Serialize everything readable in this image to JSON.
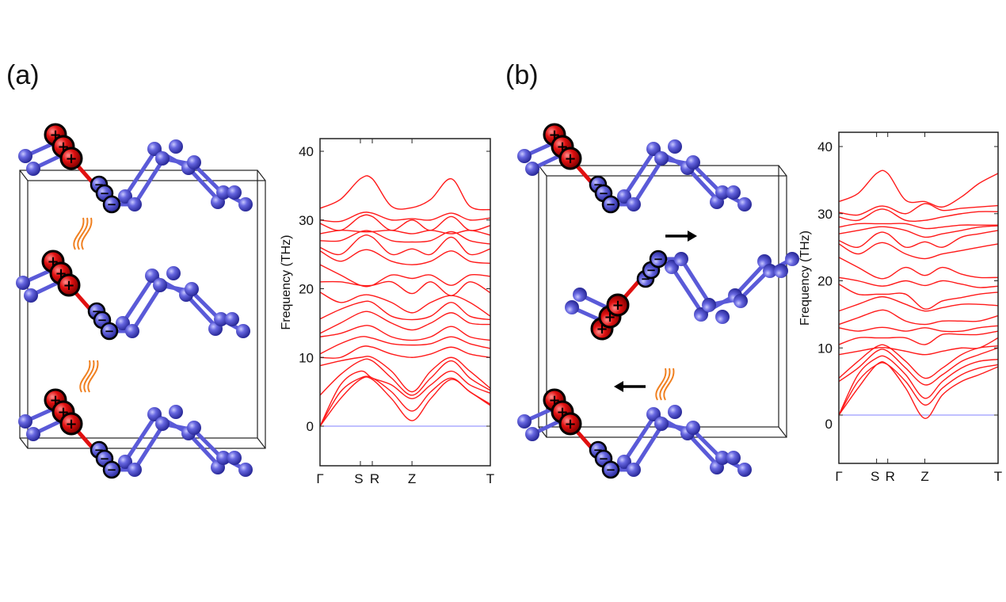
{
  "figure": {
    "panel_a_label": "(a)",
    "panel_b_label": "(b)",
    "atom_plus_symbol": "+",
    "atom_minus_symbol": "−",
    "colors": {
      "band": "#ff1a1a",
      "zero_line": "#8080ff",
      "atom_blue": "#5a5ad8",
      "atom_red": "#e01010",
      "heat": "#f08020"
    }
  },
  "chart_data": [
    {
      "type": "line",
      "panel": "(a)",
      "title": "",
      "xlabel": "",
      "ylabel": "Frequency (THz)",
      "ylim": [
        -6,
        42
      ],
      "yticks": [
        0,
        10,
        20,
        30,
        40
      ],
      "xticks": [
        {
          "label": "Γ",
          "k": 0
        },
        {
          "label": "S",
          "k": 0.237
        },
        {
          "label": "R",
          "k": 0.307
        },
        {
          "label": "Z",
          "k": 0.54
        },
        {
          "label": "T",
          "k": 1.0
        }
      ],
      "k": [
        0,
        0.12,
        0.237,
        0.307,
        0.42,
        0.54,
        0.65,
        0.77,
        0.88,
        1.0
      ],
      "bands": [
        [
          0,
          4,
          6.8,
          6.8,
          4,
          0.8,
          4,
          6.8,
          5,
          3
        ],
        [
          0,
          5,
          7,
          7,
          5,
          2.2,
          5,
          7,
          5,
          3.2
        ],
        [
          0,
          6,
          8,
          7,
          6,
          4,
          6,
          8,
          6,
          4.8
        ],
        [
          4.5,
          7.5,
          9.5,
          9.5,
          7,
          4.5,
          7,
          9.5,
          7,
          5.2
        ],
        [
          8.8,
          9.5,
          10,
          10,
          8,
          5,
          8,
          10,
          8,
          5.5
        ],
        [
          10,
          10,
          11.5,
          11.5,
          10.5,
          10,
          10.5,
          11.5,
          10.5,
          10
        ],
        [
          10.5,
          12,
          13,
          12.8,
          12,
          11.8,
          12,
          13,
          12,
          11.3
        ],
        [
          13,
          13.5,
          14.5,
          14.5,
          13,
          12.5,
          13,
          14.5,
          13,
          12.5
        ],
        [
          13.5,
          15,
          16.5,
          16.5,
          15,
          14,
          15,
          16.5,
          15,
          14.8
        ],
        [
          15.6,
          17,
          18,
          18,
          16,
          15.5,
          16,
          18,
          16,
          15.5
        ],
        [
          19.5,
          18,
          19,
          19,
          18,
          16.5,
          18,
          19,
          18,
          16
        ],
        [
          21,
          21,
          20.5,
          20.5,
          21,
          19.3,
          21,
          19,
          21,
          19.4
        ],
        [
          23.5,
          22,
          20.5,
          20.5,
          22,
          21.5,
          22,
          20.5,
          22,
          21.8
        ],
        [
          25.5,
          24,
          25.5,
          25.5,
          24,
          23.5,
          24,
          25.5,
          24,
          23.7
        ],
        [
          26,
          25,
          27.5,
          27.5,
          25,
          25.8,
          25,
          27.5,
          25,
          25.8
        ],
        [
          27,
          27,
          28.3,
          28.3,
          27,
          26.8,
          27,
          28.3,
          27,
          26.5
        ],
        [
          28,
          28.5,
          28.3,
          28.3,
          28.5,
          28,
          28.5,
          28,
          28.5,
          27.8
        ],
        [
          29.5,
          28.5,
          30.5,
          30.5,
          28.5,
          30,
          28.5,
          30.5,
          28.5,
          29.2
        ],
        [
          30,
          29.8,
          31,
          31,
          30,
          30.2,
          30,
          31,
          30,
          30.3
        ],
        [
          31.7,
          33,
          36,
          36,
          32,
          31.8,
          33,
          36,
          32,
          31.5
        ]
      ]
    },
    {
      "type": "line",
      "panel": "(b)",
      "title": "",
      "xlabel": "",
      "ylabel": "Frequency (THz)",
      "ylim": [
        -7,
        42
      ],
      "yticks": [
        0,
        10,
        20,
        30,
        40
      ],
      "xticks": [
        {
          "label": "Γ",
          "k": 0
        },
        {
          "label": "S",
          "k": 0.237
        },
        {
          "label": "R",
          "k": 0.307
        },
        {
          "label": "Z",
          "k": 0.54
        },
        {
          "label": "T",
          "k": 1.0
        }
      ],
      "k": [
        0,
        0.12,
        0.237,
        0.307,
        0.42,
        0.54,
        0.65,
        0.77,
        0.88,
        1.0
      ],
      "bands": [
        [
          0,
          4,
          7.5,
          7.5,
          4,
          -0.5,
          3,
          5,
          6,
          7.2
        ],
        [
          0,
          5,
          7.5,
          7.5,
          5,
          1.5,
          4,
          6,
          7,
          7.5
        ],
        [
          0,
          6,
          8.5,
          8.5,
          6,
          2.5,
          5,
          7,
          8,
          8.3
        ],
        [
          5,
          7,
          9.5,
          9.5,
          7,
          4.5,
          6,
          8,
          9,
          10
        ],
        [
          5.5,
          8,
          10.2,
          10.2,
          8,
          5.5,
          7,
          9,
          10,
          10.3
        ],
        [
          9,
          9.5,
          10,
          10,
          9.5,
          9,
          9.5,
          10,
          10,
          11.5
        ],
        [
          10.5,
          11.5,
          11.5,
          11.5,
          11.5,
          10.5,
          12,
          12,
          12,
          12.5
        ],
        [
          13,
          12.5,
          13,
          13,
          12.5,
          13,
          12.5,
          12.5,
          13,
          13.3
        ],
        [
          13.5,
          14.5,
          15.5,
          15.5,
          14,
          13.5,
          14,
          14,
          14,
          14.8
        ],
        [
          15.5,
          16.5,
          17.5,
          17.5,
          16.5,
          15.5,
          16,
          16.5,
          16.5,
          16.3
        ],
        [
          19.5,
          18,
          18,
          18,
          18,
          15.8,
          17,
          17.5,
          18,
          18.3
        ],
        [
          20.5,
          20,
          19.3,
          19.3,
          20,
          19.3,
          20,
          19.5,
          19,
          19.2
        ],
        [
          23.5,
          22,
          20.5,
          20.5,
          22,
          20.8,
          22,
          21,
          20.5,
          20.5
        ],
        [
          25.5,
          24,
          25.5,
          25.5,
          24,
          23.3,
          24,
          24.5,
          25,
          25.5
        ],
        [
          26,
          25,
          27,
          27,
          25,
          25.8,
          25,
          26.5,
          27,
          27.5
        ],
        [
          27,
          27.5,
          28,
          28,
          27.5,
          26.5,
          27,
          27.5,
          28,
          28.2
        ],
        [
          28,
          28.5,
          28.5,
          28.5,
          28.5,
          27.8,
          28,
          28.3,
          28.3,
          28.3
        ],
        [
          29.5,
          29,
          30.5,
          30.5,
          29,
          29,
          29.5,
          30,
          30.3,
          30.3
        ],
        [
          30.2,
          29.8,
          31,
          31,
          30,
          31.5,
          30.5,
          30.8,
          31,
          31.2
        ],
        [
          31.8,
          33,
          36,
          36,
          32,
          31.8,
          31,
          32.5,
          34.5,
          36
        ]
      ]
    }
  ]
}
